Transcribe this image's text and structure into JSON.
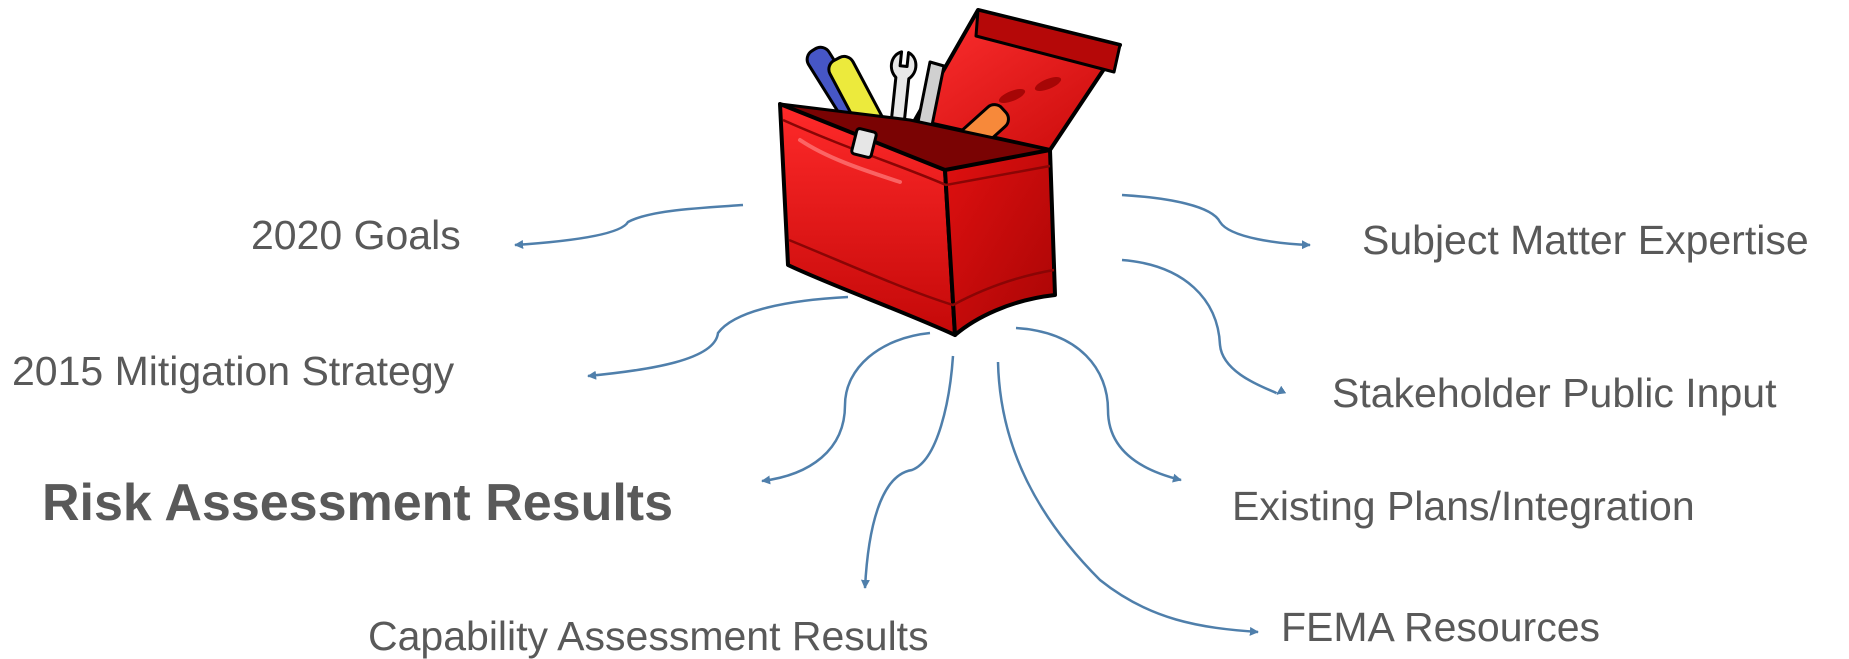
{
  "colors": {
    "arrow": "#4f7fab",
    "text": "#595959",
    "toolbox_red": "#e30d0d",
    "toolbox_outline": "#000000"
  },
  "center_icon": "toolbox-icon",
  "labels": {
    "goals_2020": "2020 Goals",
    "mitigation_2015": "2015 Mitigation Strategy",
    "risk_assessment": "Risk Assessment Results",
    "capability_assessment": "Capability Assessment Results",
    "subject_matter": "Subject Matter Expertise",
    "stakeholder_input": "Stakeholder Public Input",
    "existing_plans": "Existing Plans/Integration",
    "fema_resources": "FEMA Resources"
  }
}
